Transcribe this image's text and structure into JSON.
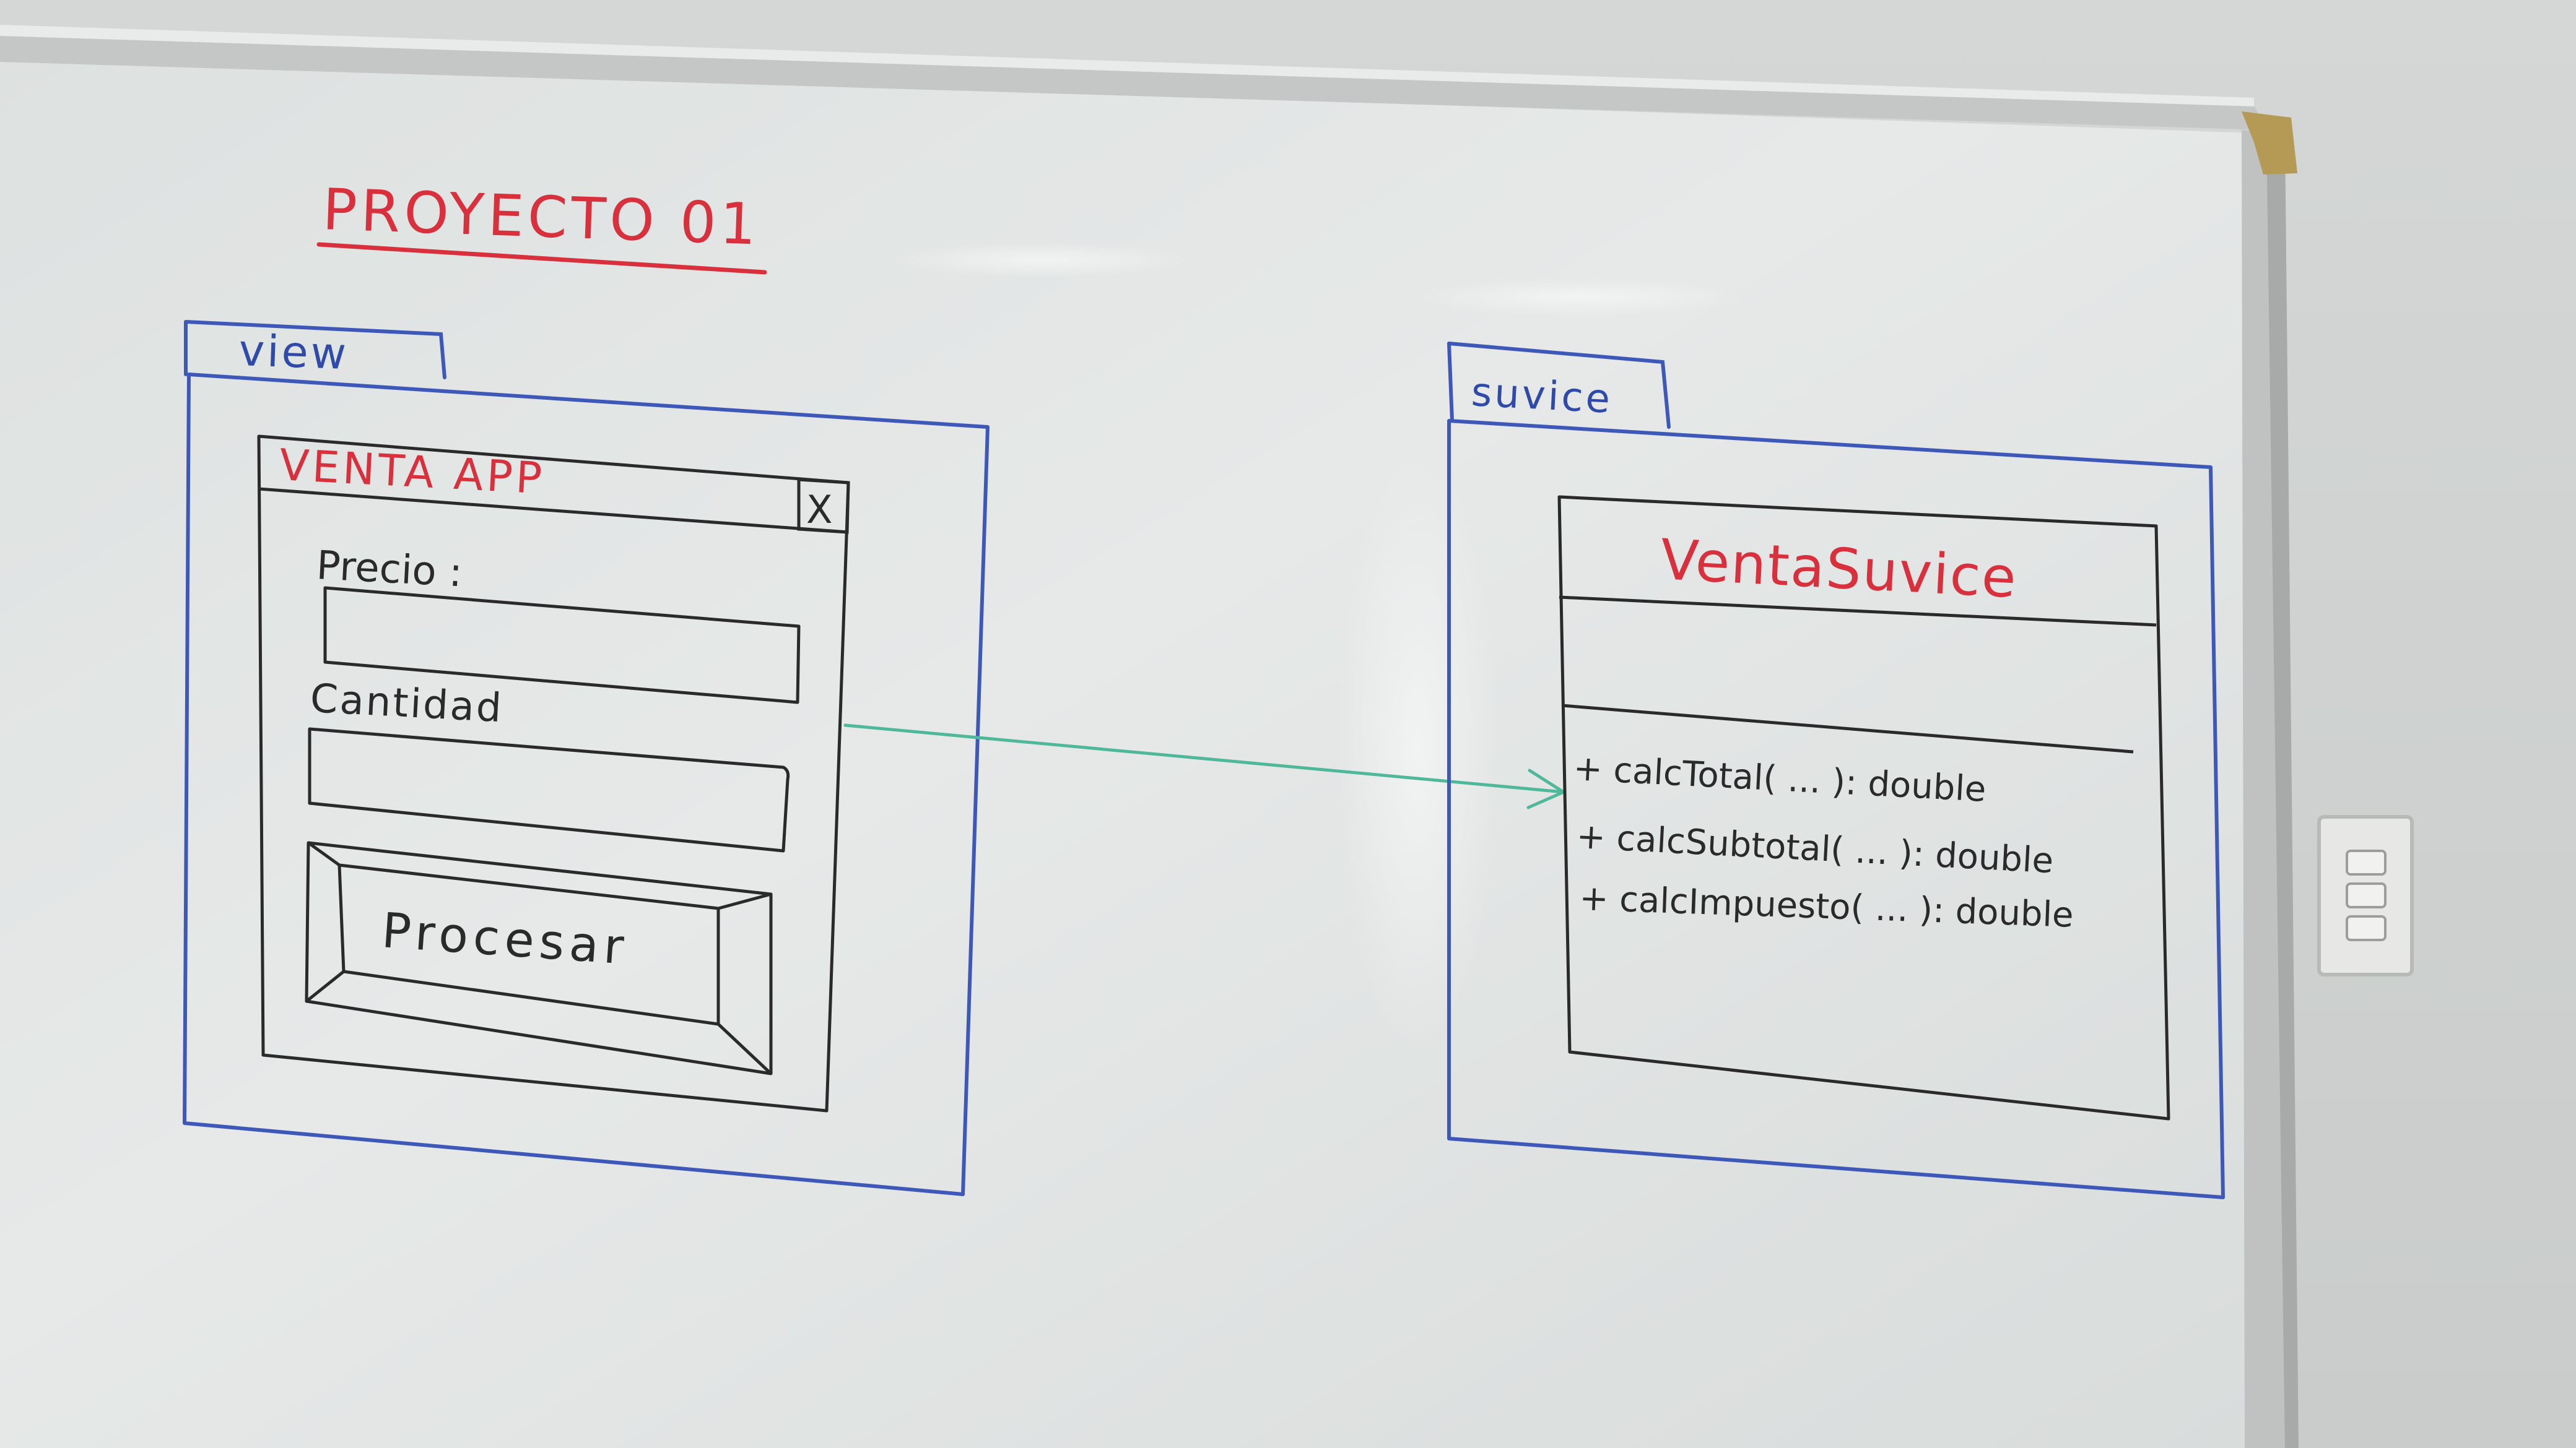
{
  "title": "PROYECTO 01",
  "view_package": {
    "label": "view",
    "window": {
      "title": "VENTA APP",
      "close_glyph": "X",
      "price_label": "Precio :",
      "quantity_label": "Cantidad",
      "button_label": "Procesar"
    }
  },
  "service_package": {
    "label": "suvice",
    "class": {
      "name": "VentaSuvice",
      "methods": [
        "+ calcTotal( ... ): double",
        "+ calcSubtotal( ... ): double",
        "+ calcImpuesto( ... ): double"
      ]
    }
  },
  "colors": {
    "board": "#e2e6e5",
    "marker_blue": "#3d58b8",
    "marker_red": "#d8303c",
    "marker_black": "#2a2a2a",
    "marker_green": "#4fb79a",
    "frame": "#b9bcbb"
  }
}
